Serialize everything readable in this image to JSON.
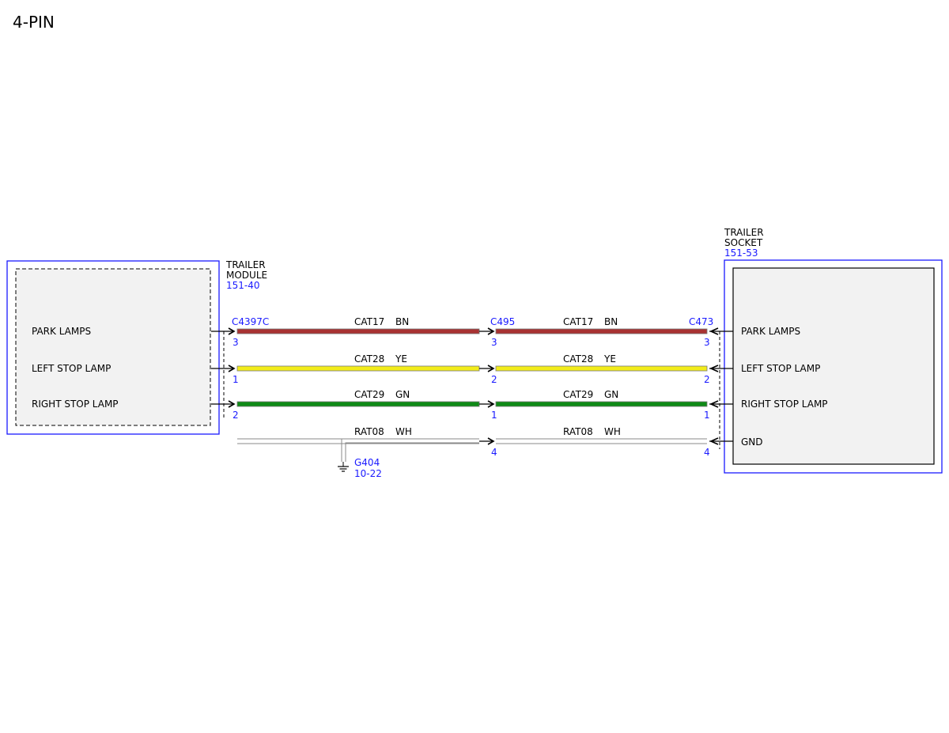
{
  "title": "4-PIN",
  "trailer_module": {
    "name_line1": "TRAILER",
    "name_line2": "MODULE",
    "ref": "151-40",
    "pins": [
      "PARK LAMPS",
      "LEFT STOP LAMP",
      "RIGHT STOP LAMP"
    ]
  },
  "trailer_socket": {
    "name_line1": "TRAILER",
    "name_line2": "SOCKET",
    "ref": "151-53",
    "pins": [
      "PARK LAMPS",
      "LEFT STOP LAMP",
      "RIGHT STOP LAMP",
      "GND"
    ]
  },
  "connectors": {
    "module": "C4397C",
    "inline": "C495",
    "socket": "C473"
  },
  "circuits": [
    {
      "circuit": "CAT17",
      "color_code": "BN",
      "color": "#a83232",
      "module_pin": "3",
      "inline_pin": "3",
      "socket_pin": "3"
    },
    {
      "circuit": "CAT28",
      "color_code": "YE",
      "color": "#f2ec1a",
      "module_pin": "1",
      "inline_pin": "2",
      "socket_pin": "2"
    },
    {
      "circuit": "CAT29",
      "color_code": "GN",
      "color": "#0e8a16",
      "module_pin": "2",
      "inline_pin": "1",
      "socket_pin": "1"
    },
    {
      "circuit": "RAT08",
      "color_code": "WH",
      "color": "#ffffff",
      "module_pin": "",
      "inline_pin": "4",
      "socket_pin": "4"
    }
  ],
  "ground": {
    "name": "G404",
    "ref": "10-22"
  },
  "colors": {
    "component_border": "#1a1aff",
    "reference_text": "#1a1aff"
  }
}
